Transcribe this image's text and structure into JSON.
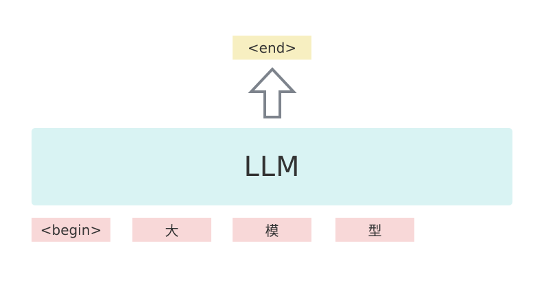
{
  "diagram": {
    "output_token": "<end>",
    "model_label": "LLM",
    "input_tokens": [
      "<begin>",
      "大",
      "模",
      "型"
    ]
  },
  "colors": {
    "output_token_bg": "#f7efc1",
    "input_token_bg": "#f8d8d8",
    "model_box_bg": "#d9f3f3",
    "arrow_stroke": "#7d838c",
    "text": "#333333"
  },
  "icons": {
    "arrow": "up-arrow-outline-icon"
  }
}
